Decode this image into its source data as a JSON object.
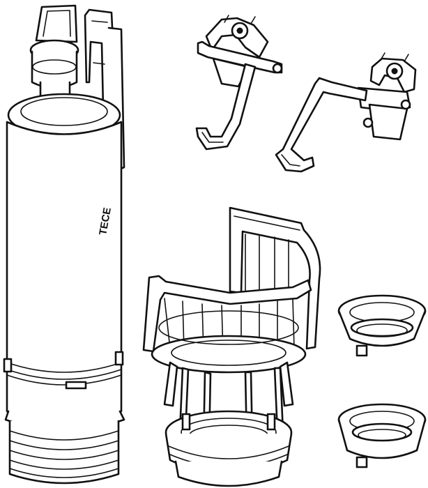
{
  "colors": {
    "line": "#111111",
    "background": "#ffffff"
  },
  "parts": [
    {
      "id": "flush-valve-body",
      "icon": "flush-valve-drawing"
    },
    {
      "id": "actuator-bracket-left",
      "icon": "bracket-drawing"
    },
    {
      "id": "actuator-bracket-right",
      "icon": "bracket-drawing"
    },
    {
      "id": "overflow-cage",
      "icon": "cage-drawing"
    },
    {
      "id": "seal-ring-upper",
      "icon": "ring-drawing"
    },
    {
      "id": "seal-ring-lower",
      "icon": "ring-drawing"
    }
  ],
  "valve": {
    "brand_text": "TECE"
  }
}
